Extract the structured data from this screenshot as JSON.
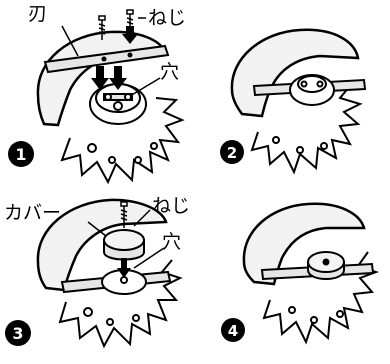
{
  "panels": [
    {
      "step": "1",
      "labels": {
        "blade": "刃",
        "screw": "ねじ",
        "hole": "穴"
      }
    },
    {
      "step": "2"
    },
    {
      "step": "3",
      "labels": {
        "cover": "カバー",
        "screw": "ねじ",
        "hole": "穴"
      }
    },
    {
      "step": "4"
    }
  ],
  "colors": {
    "ink": "#000000",
    "paper": "#ffffff",
    "shade": "#e6e6e6"
  }
}
